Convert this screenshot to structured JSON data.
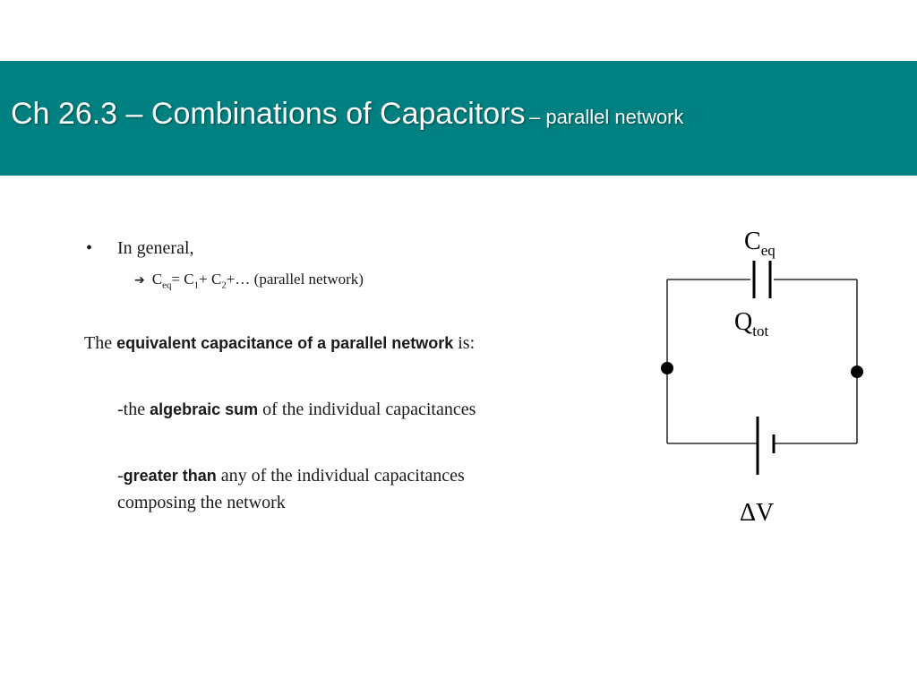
{
  "title": {
    "main": "Ch 26.3 – Combinations of Capacitors",
    "sub": "– parallel network"
  },
  "bullet": {
    "marker": "•",
    "text": "In general,"
  },
  "formula": {
    "arrow_icon": "right-arrow-icon",
    "c": "C",
    "eq_sub": "eq",
    "equals_c": "= C",
    "one": "1",
    "plus_c": "+ C",
    "two": "2",
    "rest": "+…  (parallel network)"
  },
  "equiv_line": {
    "prefix": "The ",
    "bold": "equivalent capacitance of a parallel network",
    "suffix": " is:"
  },
  "algebraic_line": {
    "prefix": "-the ",
    "bold": "algebraic sum",
    "suffix": " of the individual capacitances"
  },
  "greater_line": {
    "prefix": "-",
    "bold": "greater than",
    "suffix": " any of the individual capacitances"
  },
  "compose_line": "composing the network",
  "circuit": {
    "ceq_main": "C",
    "ceq_sub": "eq",
    "qtot_main": "Q",
    "qtot_sub": "tot",
    "dv": "ΔV"
  },
  "colors": {
    "header": "#008080",
    "title_text": "#ffffff",
    "body_text": "#1a1a1a"
  }
}
